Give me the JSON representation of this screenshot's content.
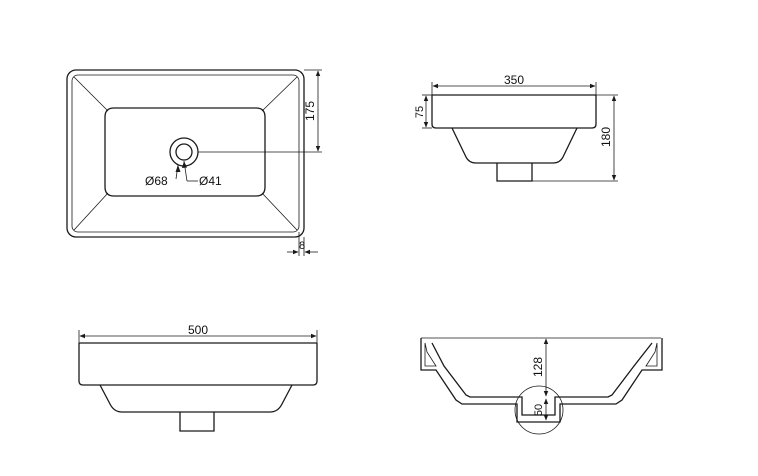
{
  "drawing": {
    "top_view": {
      "dim_depth": "175",
      "dim_rim": "8",
      "dim_outer_dia": "Ø68",
      "dim_inner_dia": "Ø41"
    },
    "side_view": {
      "dim_width": "350",
      "dim_rim_height": "75",
      "dim_total_height": "180"
    },
    "front_view": {
      "dim_length": "500"
    },
    "section_view": {
      "dim_bowl_depth": "128",
      "dim_drain": "50"
    }
  }
}
